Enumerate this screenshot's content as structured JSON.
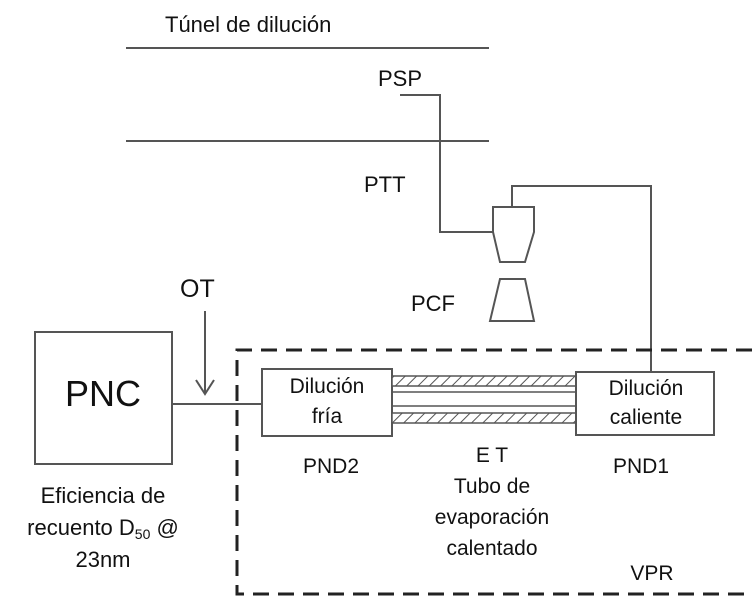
{
  "diagram": {
    "tunnel_label": "Túnel de dilución",
    "psp": "PSP",
    "ptt": "PTT",
    "pcf": "PCF",
    "ot": "OT",
    "pnc": "PNC",
    "efficiency": [
      "Eficiencia de",
      "recuento D",
      "50",
      " @",
      "23nm"
    ],
    "cold_dilution": [
      "Dilución",
      "fría"
    ],
    "hot_dilution": [
      "Dilución",
      "caliente"
    ],
    "pnd2": "PND2",
    "pnd1": "PND1",
    "et": "E T",
    "et_desc": [
      "Tubo de",
      "evaporación",
      "calentado"
    ],
    "vpr": "VPR"
  }
}
